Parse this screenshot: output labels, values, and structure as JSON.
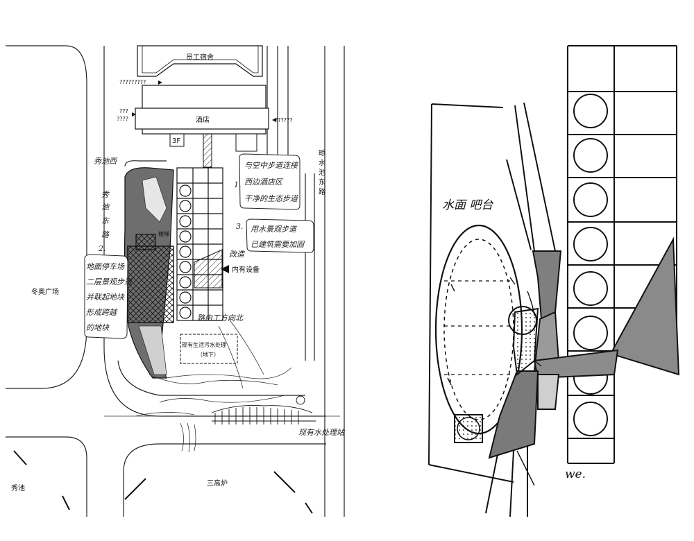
{
  "left_plan": {
    "labels": {
      "dormitory": "员工宿舍",
      "hotel": "酒店",
      "floor_3f": "3F",
      "winter_olympic_plaza": "冬奥广场",
      "xiu_pool": "秀池",
      "three_furnaces": "三高炉",
      "sewage_plant_line1": "现有生活污水处理",
      "sewage_plant_line2": "（地下）",
      "stair": "楼梯",
      "equipment_inside": "内有设备",
      "road_east_line1": "晾",
      "road_east_line2": "水",
      "road_east_line3": "池",
      "road_east_line4": "东",
      "road_east_line5": "路",
      "unknown_top_left": "?????????",
      "unknown_mid_left_1": "???",
      "unknown_mid_left_2": "????",
      "unknown_right": "??????"
    },
    "annotations": {
      "num_1": "1.",
      "note_1_line1": "与空中步道连接",
      "note_1_line2": "西边酒店区",
      "note_1_line3": "干净的生态步道",
      "num_2": "2.",
      "note_2_line1": "地面停车场",
      "note_2_line2": "二层景观步道",
      "note_2_line3": "并联起地块",
      "note_2_line4": "形成跨越",
      "note_2_line5": "的地块",
      "num_3": "3.",
      "note_3_line1": "用水景观步道",
      "note_3_line2": "已建筑需要加固",
      "note_3_line3": "改造",
      "left_road_1": "秀",
      "left_road_2": "池",
      "left_road_3": "东",
      "left_road_4": "路",
      "left_top": "秀池西",
      "walk_near_rect": "路由工方向北",
      "bottom_note": "现有水处理站"
    }
  },
  "right_sketch": {
    "annotation_top": "水面 吧台",
    "annotation_bottom": "we."
  },
  "colors": {
    "ink": "#111111",
    "grey_fill": "#8c8c8c",
    "dark_fill": "#555555",
    "light_fill": "#d7d7d7"
  }
}
